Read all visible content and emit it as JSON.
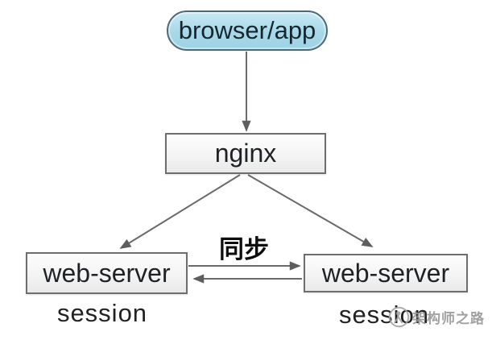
{
  "diagram": {
    "nodes": {
      "browser_app": {
        "label": "browser/app",
        "shape": "rounded-pill",
        "fill": "#a8d8e8"
      },
      "nginx": {
        "label": "nginx",
        "shape": "rectangle",
        "fill": "#f3f3f3"
      },
      "web_server_left": {
        "label": "web-server",
        "shape": "rectangle",
        "fill": "#f3f3f3"
      },
      "web_server_right": {
        "label": "web-server",
        "shape": "rectangle",
        "fill": "#f3f3f3"
      },
      "session_left": {
        "label": "session"
      },
      "session_right": {
        "label": "session"
      }
    },
    "edges": [
      {
        "from": "browser/app",
        "to": "nginx",
        "type": "arrow",
        "label": ""
      },
      {
        "from": "nginx",
        "to": "web-server (left)",
        "type": "arrow",
        "label": ""
      },
      {
        "from": "nginx",
        "to": "web-server (right)",
        "type": "arrow",
        "label": ""
      },
      {
        "from": "web-server (left)",
        "to": "web-server (right)",
        "type": "arrow",
        "label": "同步"
      },
      {
        "from": "web-server (right)",
        "to": "web-server (left)",
        "type": "arrow",
        "label": ""
      }
    ],
    "colors": {
      "pill_fill": "#a8d8e8",
      "pill_border": "#4e6a76",
      "box_fill": "#f3f3f3",
      "box_border": "#6e6e6e",
      "arrow": "#686868",
      "label_text": "#1e2126",
      "watermark_text": "#949494"
    },
    "watermark": {
      "icon": "person-in-circle-logo-icon",
      "text": "架构师之路"
    }
  }
}
